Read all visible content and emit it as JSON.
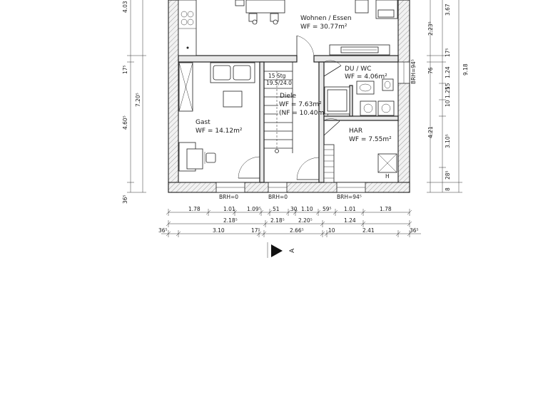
{
  "rooms": {
    "wohnen_name": "Wohnen / Essen",
    "wohnen_area": "WF = 30.77m²",
    "gast_name": "Gast",
    "gast_area": "WF = 14.12m²",
    "stairs_count": "15 Stg",
    "stairs_ratio": "19.5/24.0",
    "diele_name": "Diele",
    "diele_area": "WF = 7.63m²",
    "diele_nf": "(NF = 10.40m²)",
    "duwc_name": "DU / WC",
    "duwc_area": "WF = 4.06m²",
    "har_name": "HAR",
    "har_area": "WF = 7.55m²"
  },
  "brh": {
    "left": "BRH=0",
    "mid": "BRH=0",
    "right": "BRH=94⁵",
    "side": "BRH=94⁵"
  },
  "dims_bottom_row1": [
    "1.78",
    "1.01",
    "1.09⁵",
    "51",
    "30",
    "1.10",
    "59⁵",
    "1.01",
    "1.78"
  ],
  "dims_bottom_row2": [
    "2.18⁵",
    "2.18⁵",
    "2.20⁵",
    "1.24"
  ],
  "dims_bottom_row3": [
    "36⁵",
    "3.10",
    "17⁵",
    "2.66⁵",
    "10",
    "2.41",
    "36⁵"
  ],
  "dims_left": [
    "4.03",
    "17⁵",
    "7.20⁵",
    "4.60⁵",
    "36⁵"
  ],
  "dims_right_inner": [
    "3.67",
    "2.23⁵",
    "17⁵",
    "1.24",
    "1.25",
    "3.10⁵",
    "28⁵",
    "8"
  ],
  "dims_right_mid": [
    "76",
    "15",
    "10"
  ],
  "dims_right_outer": [
    "9.18",
    "4.21"
  ],
  "section_marker": "A"
}
